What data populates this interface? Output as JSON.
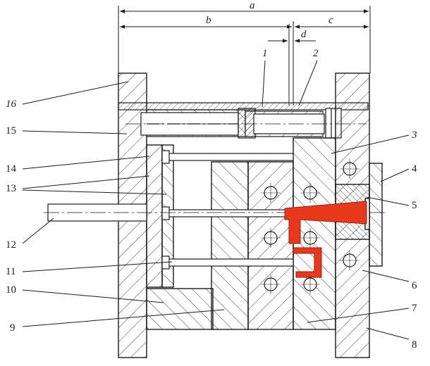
{
  "dimensions": {
    "a": "a",
    "b": "b",
    "c": "c",
    "d": "d"
  },
  "callouts": {
    "p1": "1",
    "p2": "2",
    "p3": "3",
    "p4": "4",
    "p5": "5",
    "p6": "6",
    "p7": "7",
    "p8": "8",
    "p9": "9",
    "p10": "10",
    "p11": "11",
    "p12": "12",
    "p13": "13",
    "p14": "14",
    "p15": "15",
    "p16": "16"
  },
  "colors": {
    "line": "#1a1a1a",
    "hatch": "#3a3a3a",
    "highlight": "#e8391c"
  }
}
